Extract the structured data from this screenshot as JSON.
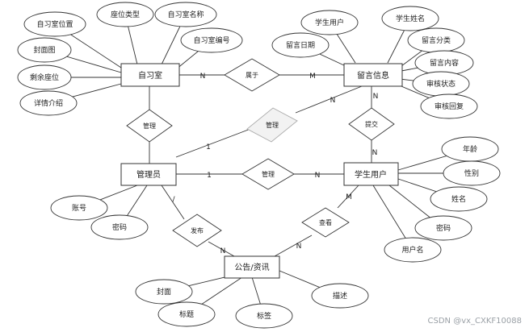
{
  "entities": {
    "study_room": "自习室",
    "message": "留言信息",
    "admin": "管理员",
    "student": "学生用户",
    "notice": "公告/资讯"
  },
  "attributes": {
    "study_room": [
      "自习室位置",
      "座位类型",
      "自习室名称",
      "自习室编号",
      "封面图",
      "剩余座位",
      "详情介绍"
    ],
    "message": [
      "学生用户",
      "学生姓名",
      "留言日期",
      "留言分类",
      "留言内容",
      "审核状态",
      "审核回复"
    ],
    "admin": [
      "账号",
      "密码"
    ],
    "student": [
      "年龄",
      "性别",
      "姓名",
      "密码",
      "用户名"
    ],
    "notice": [
      "封面",
      "标题",
      "标签",
      "描述"
    ]
  },
  "relationships": {
    "belongs": "属于",
    "manage_room": "管理",
    "manage_msg": "管理",
    "submit": "提交",
    "manage_student": "管理",
    "publish": "发布",
    "view": "查看"
  },
  "cardinalities": {
    "room_belongs": "N",
    "belongs_message": "M",
    "admin_manage_msg": "1",
    "manage_msg_message": "N",
    "message_submit": "N",
    "submit_student": "N",
    "admin_manage_student": "1",
    "manage_student_student": "N",
    "admin_publish": "/",
    "publish_notice": "N",
    "student_view": "M",
    "view_notice": "N"
  },
  "watermark": "CSDN @vx_CXKF10088"
}
